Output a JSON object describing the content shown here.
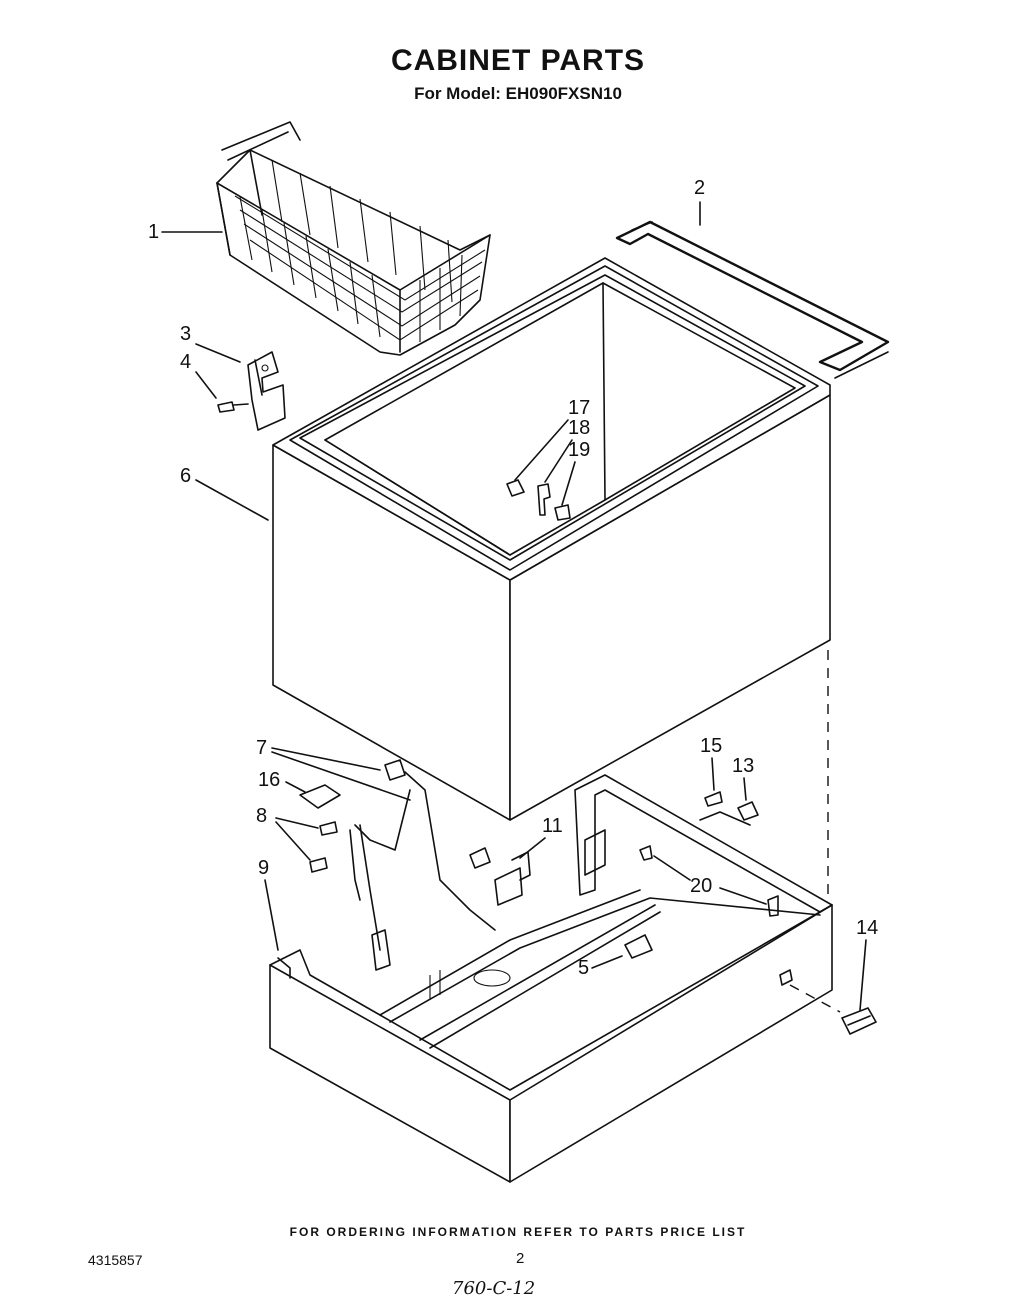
{
  "header": {
    "title": "CABINET PARTS",
    "subtitle": "For Model: EH090FXSN10"
  },
  "callouts": [
    "1",
    "2",
    "3",
    "4",
    "6",
    "17",
    "18",
    "19",
    "7",
    "16",
    "8",
    "9",
    "11",
    "15",
    "13",
    "20",
    "5",
    "14"
  ],
  "footer": {
    "ordering_note": "FOR ORDERING INFORMATION REFER TO PARTS PRICE LIST",
    "document_number": "4315857",
    "page_number": "2",
    "handwritten_note": "760-C-12"
  }
}
